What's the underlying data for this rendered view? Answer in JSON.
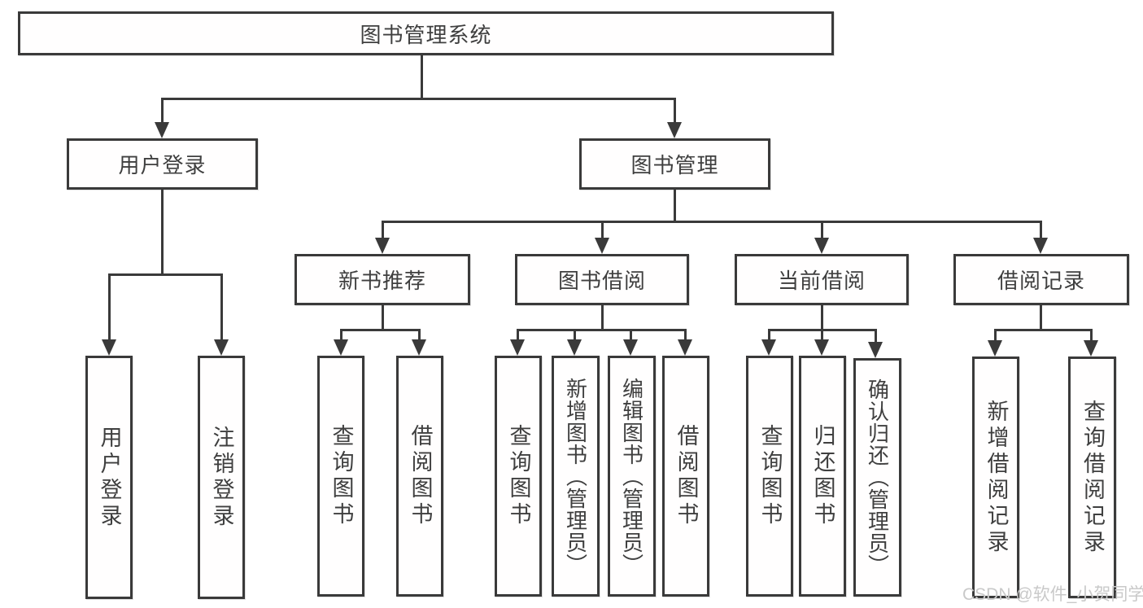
{
  "tree": {
    "root": {
      "label": "图书管理系统"
    },
    "branches": [
      {
        "label": "用户登录",
        "children": [
          {
            "label": "用户登录"
          },
          {
            "label": "注销登录"
          }
        ]
      },
      {
        "label": "图书管理",
        "children": [
          {
            "label": "新书推荐",
            "children": [
              {
                "label": "查询图书"
              },
              {
                "label": "借阅图书"
              }
            ]
          },
          {
            "label": "图书借阅",
            "children": [
              {
                "label": "查询图书"
              },
              {
                "label": "新增图书（管理员）"
              },
              {
                "label": "编辑图书（管理员）"
              },
              {
                "label": "借阅图书"
              }
            ]
          },
          {
            "label": "当前借阅",
            "children": [
              {
                "label": "查询图书"
              },
              {
                "label": "归还图书"
              },
              {
                "label": "确认归还（管理员）"
              }
            ]
          },
          {
            "label": "借阅记录",
            "children": [
              {
                "label": "新增借阅记录"
              },
              {
                "label": "查询借阅记录"
              }
            ]
          }
        ]
      }
    ]
  },
  "watermark": {
    "text": "CSDN @软件_小贺同学"
  },
  "colors": {
    "line": "#3a3a3a",
    "text": "#3f3f3f",
    "watermark": "#c9c9c9",
    "background": "#ffffff"
  }
}
